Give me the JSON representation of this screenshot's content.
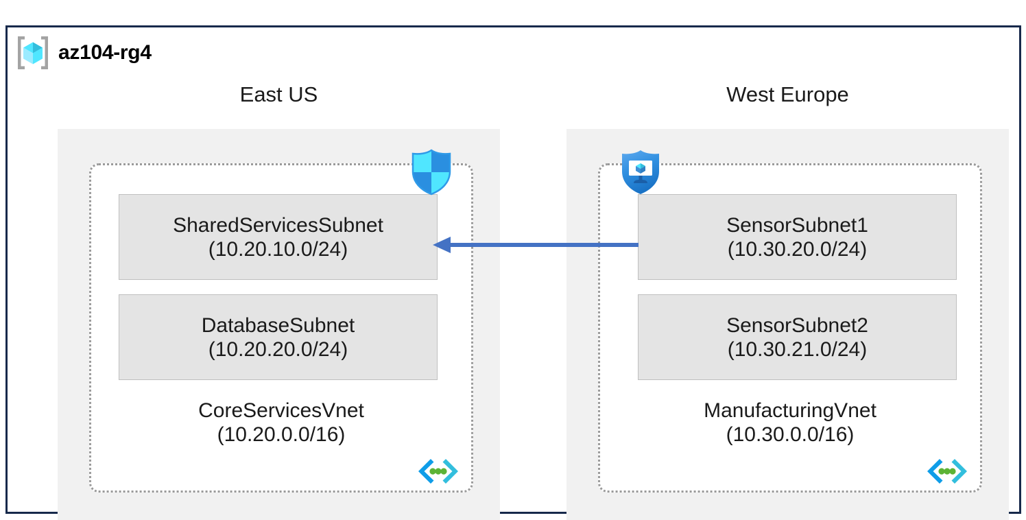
{
  "resource_group": {
    "title": "az104-rg4",
    "icon": "azure-resource-group-icon"
  },
  "colors": {
    "outer_border": "#17294b",
    "region_fill": "#f1f1f1",
    "vnet_border": "#9a9a9a",
    "subnet_fill": "#e4e4e4",
    "subnet_border": "#bfbfbf",
    "arrow": "#4472c4",
    "azure_blue": "#0078d4",
    "azure_cyan": "#50e6ff",
    "vnet_glyph_bracket": "#0099e5",
    "vnet_glyph_dot": "#5cb335"
  },
  "regions": [
    {
      "label": "East US",
      "vnet": {
        "name": "CoreServicesVnet",
        "cidr": "(10.20.0.0/16)",
        "icon": "virtual-network-icon",
        "subnets": [
          {
            "name": "SharedServicesSubnet",
            "cidr": "(10.20.10.0/24)",
            "badge": "network-security-group-icon"
          },
          {
            "name": "DatabaseSubnet",
            "cidr": "(10.20.20.0/24)",
            "badge": null
          }
        ]
      }
    },
    {
      "label": "West Europe",
      "vnet": {
        "name": "ManufacturingVnet",
        "cidr": "(10.30.0.0/16)",
        "icon": "virtual-network-icon",
        "subnets": [
          {
            "name": "SensorSubnet1",
            "cidr": "(10.30.20.0/24)",
            "badge": "application-security-group-icon"
          },
          {
            "name": "SensorSubnet2",
            "cidr": "(10.30.21.0/24)",
            "badge": null
          }
        ]
      }
    }
  ],
  "connection": {
    "name": "vnet-peering-arrow",
    "direction": "right-to-left",
    "label": ""
  }
}
